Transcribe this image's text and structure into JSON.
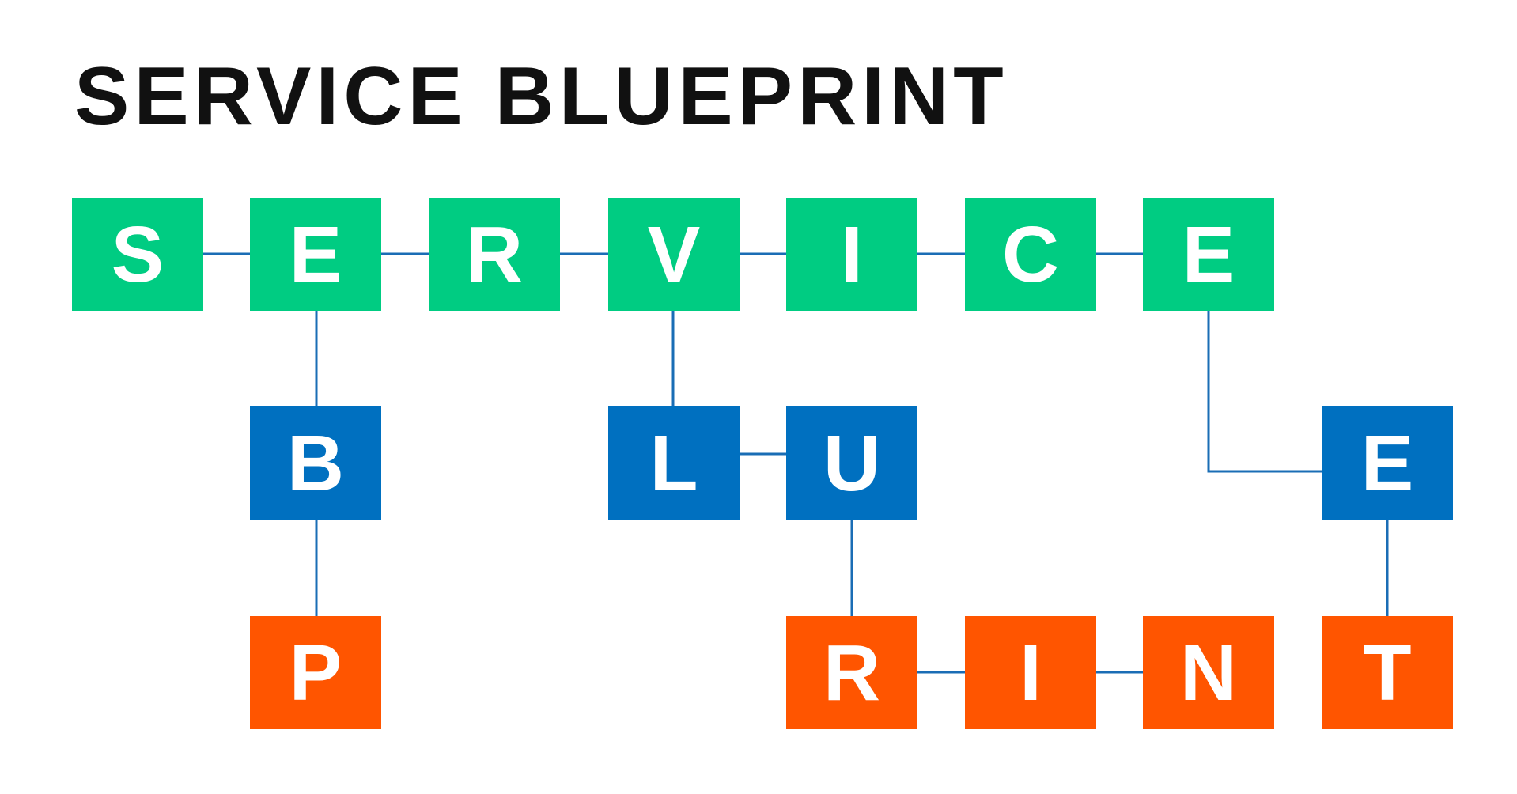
{
  "title": "SERVICE BLUEPRINT",
  "colors": {
    "service": "#00cc82",
    "blue": "#0070c0",
    "print": "#ff5500",
    "connector": "#1a6db5"
  },
  "service_row": [
    "S",
    "E",
    "R",
    "V",
    "I",
    "C",
    "E"
  ],
  "blue_row": [
    "B",
    "L",
    "U",
    "E"
  ],
  "print_row": [
    "P",
    "R",
    "I",
    "N",
    "T"
  ]
}
